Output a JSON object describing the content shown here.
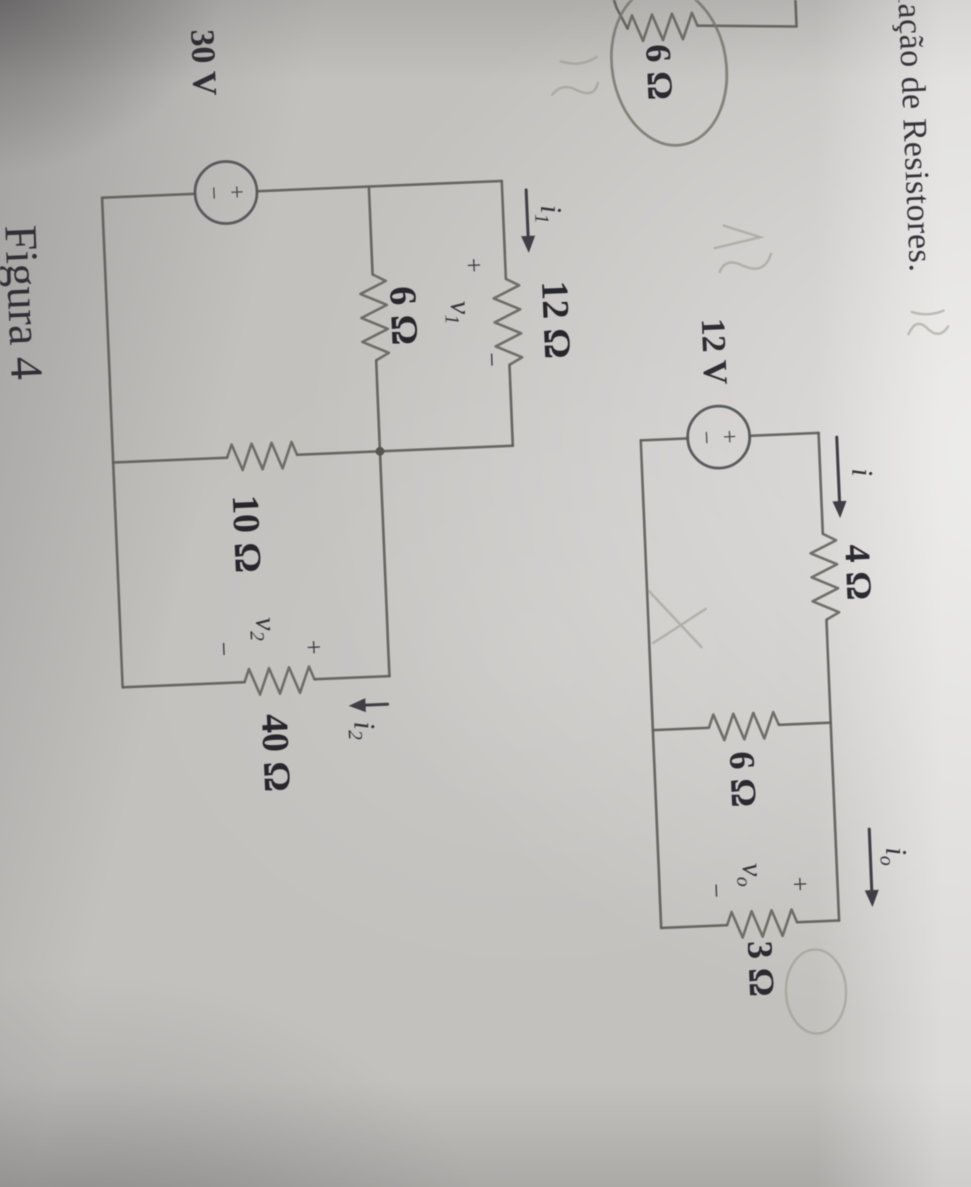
{
  "page": {
    "title": "ciação de Resistores.",
    "caption": "Figura 4"
  },
  "colors": {
    "paper": "#c3c1be",
    "ink": "#35343b",
    "wire": "#5d5e59",
    "pen_annotation": "#75786f"
  },
  "partial_circuit": {
    "resistor": "6 Ω"
  },
  "circuit1": {
    "source_value": "12 V",
    "source_plus": "+",
    "source_minus": "−",
    "r_series": "4 Ω",
    "r_parallel_mid": "6 Ω",
    "r_parallel_right": "3 Ω",
    "current_main": {
      "base": "i",
      "sub": ""
    },
    "current_out": {
      "base": "i",
      "sub": "o"
    },
    "voltage_out": {
      "base": "v",
      "sub": "o"
    },
    "voltage_plus": "+",
    "voltage_minus": "−"
  },
  "circuit2": {
    "source_value": "30 V",
    "source_plus": "+",
    "source_minus": "−",
    "r_top": "12 Ω",
    "r_mid": "6 Ω",
    "r_vert": "10 Ω",
    "r_right": "40 Ω",
    "current1": {
      "base": "i",
      "sub": "1"
    },
    "current2": {
      "base": "i",
      "sub": "2"
    },
    "voltage1": {
      "base": "v",
      "sub": "1"
    },
    "voltage2": {
      "base": "v",
      "sub": "2"
    },
    "v1_plus": "+",
    "v1_minus": "−",
    "v2_plus": "+",
    "v2_minus": "−"
  }
}
